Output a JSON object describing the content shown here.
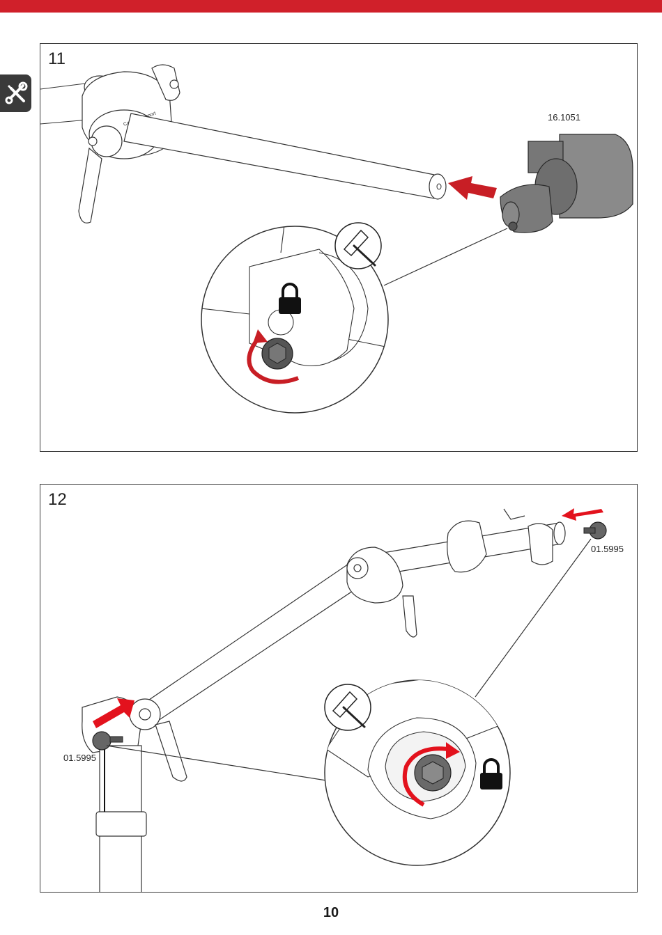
{
  "header": {
    "accent_color": "#d0202a"
  },
  "sidebar_tab": {
    "icon": "tools-icon"
  },
  "steps": [
    {
      "number": "11",
      "part_label": "16.1051"
    },
    {
      "number": "12",
      "part_label_right": "01.5995",
      "part_label_left": "01.5995"
    }
  ],
  "icons": {
    "hex_key": "hex-key-icon",
    "lock": "lock-icon",
    "rotate_arrow": "rotate-arrow-icon",
    "push_arrow": "push-arrow-icon"
  },
  "footer": {
    "page_number": "10"
  }
}
